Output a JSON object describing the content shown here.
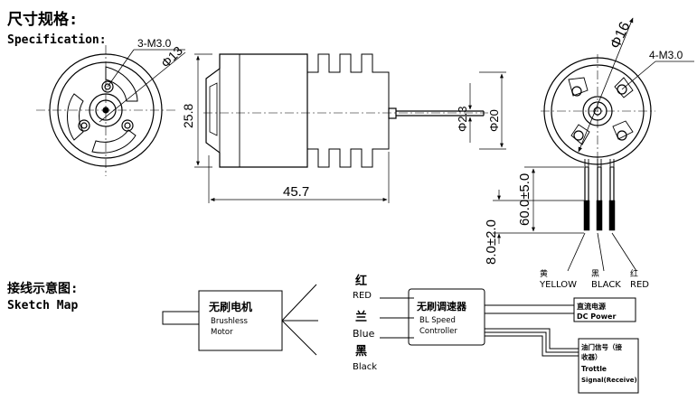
{
  "spec_section": {
    "title_cn": "尺寸规格:",
    "title_en": "Specification:",
    "front_holes_label": "3-M3.0",
    "front_pcd_label": "Φ13",
    "height_dim": "25.8",
    "length_dim": "45.7",
    "shaft_dia_dim": "Φ2.3",
    "body_dia_dim": "Φ20",
    "rear_pcd_label": "Φ16",
    "rear_holes_label": "4-M3.0",
    "lead_tol_1": "60.0±5.0",
    "lead_tol_2": "8.0±2.0",
    "wire_yellow_cn": "黄",
    "wire_yellow_en": "YELLOW",
    "wire_black_cn": "黑",
    "wire_black_en": "BLACK",
    "wire_red_cn": "红",
    "wire_red_en": "RED"
  },
  "sketch_section": {
    "title_cn": "接线示意图:",
    "title_en": "Sketch Map",
    "motor_cn": "无刷电机",
    "motor_en_1": "Brushless",
    "motor_en_2": "Motor",
    "wire1_cn": "红",
    "wire1_en": "RED",
    "wire2_cn": "兰",
    "wire2_en": "Blue",
    "wire3_cn": "黑",
    "wire3_en": "Black",
    "esc_cn": "无刷调速器",
    "esc_en_1": "BL Speed",
    "esc_en_2": "Controller",
    "dc_cn": "直流电源",
    "dc_en": "DC Power",
    "throttle_cn_1": "油门信号（接",
    "throttle_cn_2": "收器）",
    "throttle_en_1": "Trottle",
    "throttle_en_2": "Signal(Receive)"
  }
}
